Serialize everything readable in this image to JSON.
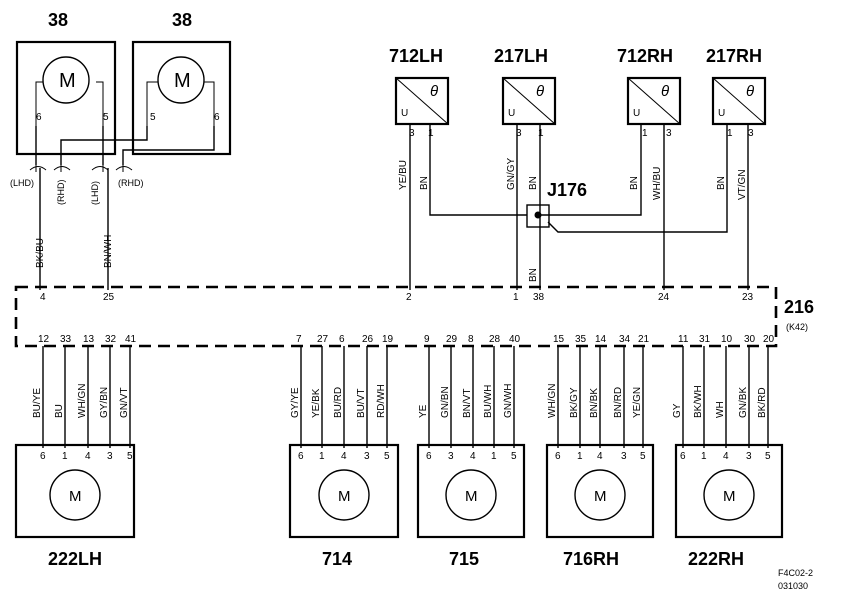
{
  "motors_top": [
    {
      "id": "38a",
      "label": "38",
      "symbol": "M",
      "pins": [
        "6",
        "5"
      ]
    },
    {
      "id": "38b",
      "label": "38",
      "symbol": "M",
      "pins": [
        "5",
        "6"
      ]
    }
  ],
  "lhd_rhd": [
    "(LHD)",
    "(RHD)",
    "(LHD)",
    "(RHD)"
  ],
  "wires_left": [
    "BK/BU",
    "BN/WH"
  ],
  "sensors": [
    {
      "label": "712LH",
      "u": "U",
      "theta": "θ",
      "pins": [
        "3",
        "1"
      ],
      "colors": [
        "YE/BU",
        "BN"
      ]
    },
    {
      "label": "217LH",
      "u": "U",
      "theta": "θ",
      "pins": [
        "3",
        "1"
      ],
      "colors": [
        "GN/GY",
        "BN"
      ]
    },
    {
      "label": "712RH",
      "u": "U",
      "theta": "θ",
      "pins": [
        "1",
        "3"
      ],
      "colors": [
        "BN",
        "WH/BU"
      ]
    },
    {
      "label": "217RH",
      "u": "U",
      "theta": "θ",
      "pins": [
        "1",
        "3"
      ],
      "colors": [
        "BN",
        "VT/GN"
      ]
    }
  ],
  "junction": {
    "label": "J176",
    "wire_color": "BN"
  },
  "ecu": {
    "label": "216",
    "sub": "(K42)",
    "top_pins": [
      "4",
      "25",
      "2",
      "1",
      "38",
      "24",
      "23"
    ],
    "bottom_pins": [
      "12",
      "33",
      "13",
      "32",
      "41",
      "7",
      "27",
      "6",
      "26",
      "19",
      "9",
      "29",
      "8",
      "28",
      "40",
      "15",
      "35",
      "14",
      "34",
      "21",
      "11",
      "31",
      "10",
      "30",
      "20"
    ]
  },
  "motors_bottom": [
    {
      "label": "222LH",
      "symbol": "M",
      "colors": [
        "BU/YE",
        "BU",
        "WH/GN",
        "GY/BN",
        "GN/VT"
      ],
      "pins": [
        "6",
        "1",
        "4",
        "3",
        "5"
      ]
    },
    {
      "label": "714",
      "symbol": "M",
      "colors": [
        "GY/YE",
        "YE/BK",
        "BU/RD",
        "BU/VT",
        "RD/WH"
      ],
      "pins": [
        "6",
        "1",
        "4",
        "3",
        "5"
      ]
    },
    {
      "label": "715",
      "symbol": "M",
      "colors": [
        "YE",
        "GN/BN",
        "BN/VT",
        "BU/WH",
        "GN/WH"
      ],
      "pins": [
        "6",
        "3",
        "4",
        "1",
        "5"
      ]
    },
    {
      "label": "716RH",
      "symbol": "M",
      "colors": [
        "WH/GN",
        "BK/GY",
        "BN/BK",
        "BN/RD",
        "YE/GN"
      ],
      "pins": [
        "6",
        "1",
        "4",
        "3",
        "5"
      ]
    },
    {
      "label": "222RH",
      "symbol": "M",
      "colors": [
        "GY",
        "BK/WH",
        "WH",
        "GN/BK",
        "BK/RD"
      ],
      "pins": [
        "6",
        "1",
        "4",
        "3",
        "5"
      ]
    }
  ],
  "footer": {
    "code": "F4C02-2",
    "date": "031030"
  }
}
